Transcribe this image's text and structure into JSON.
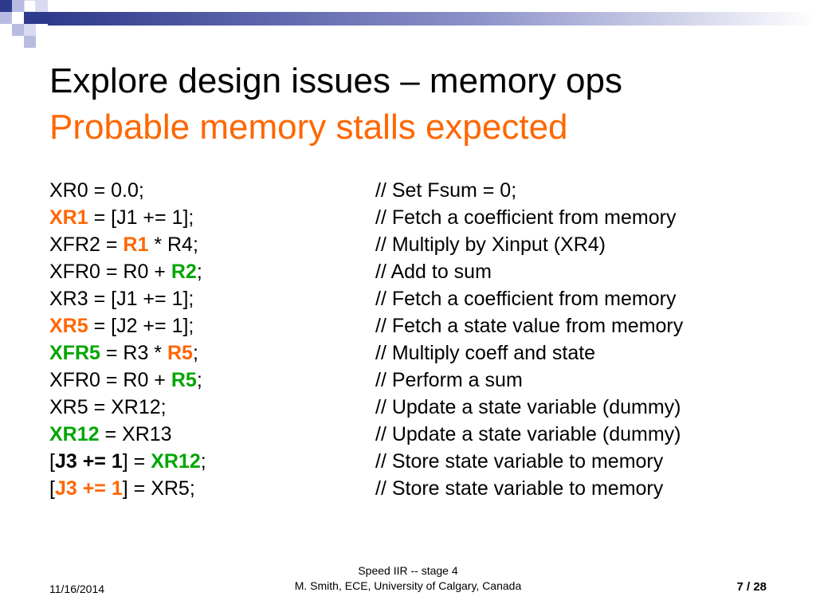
{
  "slide": {
    "title": "Explore design issues – memory ops",
    "subtitle": "Probable memory stalls expected",
    "colors": {
      "accent_orange": "#ff6600",
      "accent_green": "#00a600",
      "deco_navy": "#2e3a8c",
      "deco_light": "#b8bce0"
    },
    "lines": [
      {
        "code": [
          {
            "t": "XR0 = 0.0;"
          }
        ],
        "comment": "// Set Fsum = 0;"
      },
      {
        "code": [
          {
            "t": "XR1",
            "c": "orange"
          },
          {
            "t": " = [J1 += 1];"
          }
        ],
        "comment": "// Fetch a coefficient from memory"
      },
      {
        "code": [
          {
            "t": "XFR2 = "
          },
          {
            "t": "R1",
            "c": "orange"
          },
          {
            "t": " * R4;"
          }
        ],
        "comment": "// Multiply by Xinput (XR4)"
      },
      {
        "code": [
          {
            "t": "XFR0 = R0 + "
          },
          {
            "t": "R2",
            "c": "green"
          },
          {
            "t": ";"
          }
        ],
        "comment": "// Add to sum"
      },
      {
        "code": [
          {
            "t": "XR3 = [J1 += 1];"
          }
        ],
        "comment": "// Fetch a coefficient from memory"
      },
      {
        "code": [
          {
            "t": "XR5",
            "c": "orange"
          },
          {
            "t": " = [J2 += 1];"
          }
        ],
        "comment": "// Fetch a state value from memory"
      },
      {
        "code": [
          {
            "t": "XFR5",
            "c": "green"
          },
          {
            "t": " = R3 * "
          },
          {
            "t": "R5",
            "c": "orange"
          },
          {
            "t": ";"
          }
        ],
        "comment": "// Multiply coeff and state"
      },
      {
        "code": [
          {
            "t": "XFR0 = R0 + "
          },
          {
            "t": "R5",
            "c": "green"
          },
          {
            "t": ";"
          }
        ],
        "comment": "// Perform a sum"
      },
      {
        "code": [
          {
            "t": "XR5 = XR12;"
          }
        ],
        "comment": "// Update a state variable (dummy)"
      },
      {
        "code": [
          {
            "t": "XR12",
            "c": "green"
          },
          {
            "t": " = XR13"
          }
        ],
        "comment": "// Update a state variable (dummy)"
      },
      {
        "code": [
          {
            "t": "["
          },
          {
            "t": "J3 += 1",
            "c": "black-bold"
          },
          {
            "t": "] = "
          },
          {
            "t": "XR12",
            "c": "green"
          },
          {
            "t": ";"
          }
        ],
        "comment": "// Store state variable to memory"
      },
      {
        "code": [
          {
            "t": "["
          },
          {
            "t": "J3 += 1",
            "c": "orange"
          },
          {
            "t": "] = XR5;"
          }
        ],
        "comment": "// Store state variable to memory"
      }
    ]
  },
  "footer": {
    "date": "11/16/2014",
    "line1": "Speed IIR -- stage 4",
    "line2": "M. Smith, ECE, University of Calgary, Canada",
    "page": "7 / 28"
  }
}
